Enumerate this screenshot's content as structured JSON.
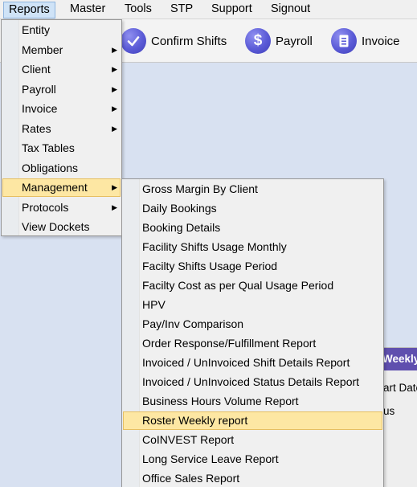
{
  "menubar": {
    "items": [
      "Reports",
      "Master",
      "Tools",
      "STP",
      "Support",
      "Signout"
    ]
  },
  "toolbar": {
    "confirm_shifts": "Confirm Shifts",
    "payroll": "Payroll",
    "invoice": "Invoice",
    "icons": [
      "checkmark-icon",
      "dollar-icon",
      "document-icon"
    ]
  },
  "background_panel": {
    "header": "Weekly",
    "line1": "art Date",
    "line2": "us"
  },
  "reports_menu": {
    "items": [
      {
        "label": "Entity",
        "submenu": false
      },
      {
        "label": "Member",
        "submenu": true
      },
      {
        "label": "Client",
        "submenu": true
      },
      {
        "label": "Payroll",
        "submenu": true
      },
      {
        "label": "Invoice",
        "submenu": true
      },
      {
        "label": "Rates",
        "submenu": true
      },
      {
        "label": "Tax Tables",
        "submenu": false
      },
      {
        "label": "Obligations",
        "submenu": false
      },
      {
        "label": "Management",
        "submenu": true
      },
      {
        "label": "Protocols",
        "submenu": true
      },
      {
        "label": "View Dockets",
        "submenu": false
      }
    ],
    "highlighted": "Management"
  },
  "management_menu": {
    "items": [
      "Gross Margin By Client",
      "Daily Bookings",
      "Booking Details",
      "Facility Shifts Usage Monthly",
      "Facilty Shifts Usage Period",
      "Facilty Cost as per Qual Usage Period",
      "HPV",
      "Pay/Inv Comparison",
      "Order Response/Fulfillment Report",
      "Invoiced / UnInvoiced Shift Details Report",
      "Invoiced / UnInvoiced Status Details Report",
      "Business Hours Volume Report",
      "Roster Weekly report",
      "CoINVEST Report",
      "Long Service Leave Report",
      "Office Sales Report"
    ],
    "highlighted": "Roster Weekly report"
  },
  "colors": {
    "menu_highlight": "#fde7a3",
    "menubar_open": "#cfe3f7",
    "panel_header": "#5f4fae",
    "toolbar_icon": "#5a5ad6"
  }
}
